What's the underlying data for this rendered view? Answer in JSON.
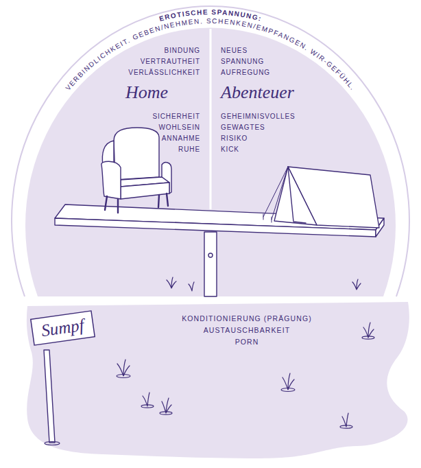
{
  "diagram": {
    "nodes": [
      {
        "text": [
          "EROTISCHE SPANNUNG:",
          "VERBINDLICHKEIT. GEBEN/NEHMEN. SCHENKEN/EMPFANGEN. WIR-GEFÜHL."
        ]
      },
      {
        "text": [
          "BINDUNG",
          "VERTRAUTHEIT",
          "VERLÄSSLICHKEIT",
          "Home",
          "SICHERHEIT",
          "WOHLSEIN",
          "ANNAHME",
          "RUHE"
        ],
        "in": 0
      },
      {
        "text": [
          "NEUES",
          "SPANNUNG",
          "AUFREGUNG",
          "Abenteuer",
          "GEHEIMNISVOLLES",
          "GEWAGTES",
          "RISIKO",
          "KICK"
        ],
        "in": 0
      },
      {
        "text": [
          "KONDITIONIERUNG (PRÄGUNG)",
          "AUSTAUSCHBARKEIT",
          "PORN"
        ]
      },
      {
        "text": [
          "Sumpf"
        ],
        "in": 3
      }
    ]
  }
}
